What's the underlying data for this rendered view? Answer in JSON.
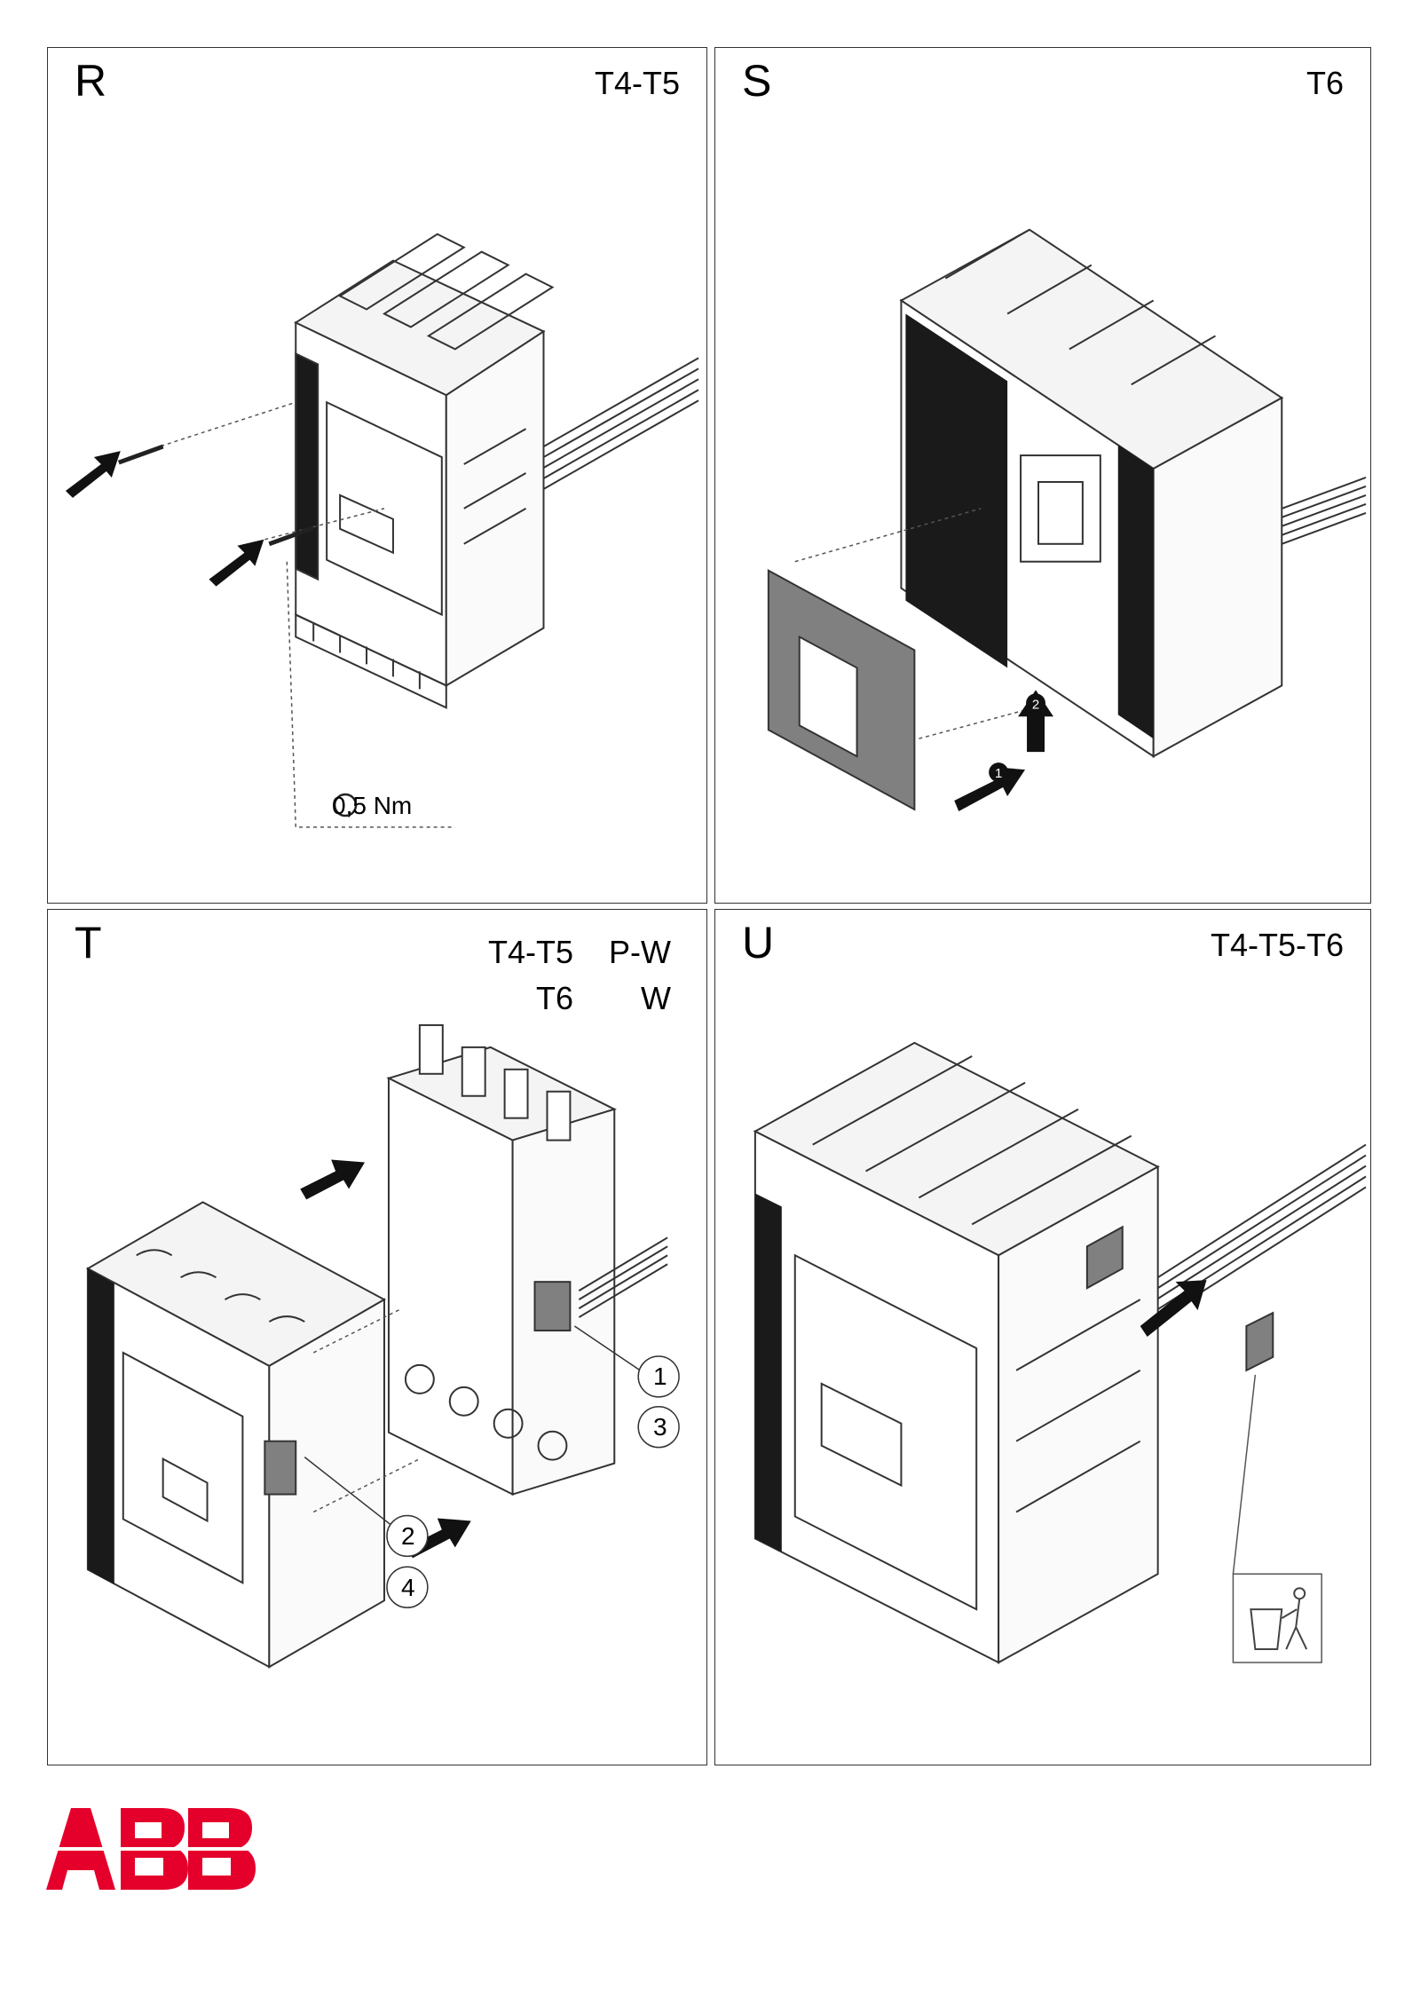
{
  "panels": {
    "r": {
      "letter": "R",
      "model": "T4-T5",
      "torque": "0,5 Nm"
    },
    "s": {
      "letter": "S",
      "model": "T6",
      "steps": [
        "1",
        "2"
      ]
    },
    "t": {
      "letter": "T",
      "row1_model": "T4-T5",
      "row1_type": "P-W",
      "row2_model": "T6",
      "row2_type": "W",
      "callouts": [
        "1",
        "3",
        "2",
        "4"
      ]
    },
    "u": {
      "letter": "U",
      "model": "T4-T5-T6"
    }
  },
  "logo": {
    "text": "ABB",
    "color": "#e4002b"
  },
  "colors": {
    "line": "#333333",
    "dark": "#1a1a1a",
    "grey": "#808080"
  }
}
